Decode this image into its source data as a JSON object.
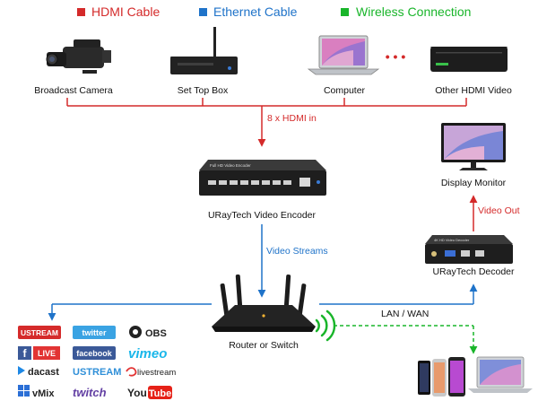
{
  "legend": [
    {
      "label": "HDMI Cable",
      "color": "#d42a2a"
    },
    {
      "label": "Ethernet Cable",
      "color": "#1f73c9"
    },
    {
      "label": "Wireless Connection",
      "color": "#19b52a"
    }
  ],
  "sources": [
    {
      "label": "Broadcast Camera",
      "icon": "camera-icon"
    },
    {
      "label": "Set Top Box",
      "icon": "set-top-box-icon"
    },
    {
      "label": "Computer",
      "icon": "laptop-icon"
    },
    {
      "label": "Other HDMI Video",
      "icon": "media-player-icon"
    }
  ],
  "ellipsis": "• • •",
  "hdmi_in_label": "8 x HDMI in",
  "encoder": {
    "label": "URayTech Video Encoder",
    "device_text": "Full HD Video Encoder"
  },
  "video_streams_label": "Video Streams",
  "router": {
    "label": "Router or Switch"
  },
  "lan_wan_label": "LAN / WAN",
  "decoder": {
    "label": "URayTech Decoder",
    "device_text": "4K HD Video Decoder"
  },
  "video_out_label": "Video Out",
  "monitor": {
    "label": "Display Monitor"
  },
  "platforms": [
    "USTREAM",
    "twitter",
    "OBS",
    "LIVE",
    "facebook",
    "vimeo",
    "dacast",
    "USTREAM",
    "livestream",
    "vMix",
    "twitch",
    "YouTube"
  ],
  "colors": {
    "hdmi": "#d42a2a",
    "ethernet": "#1f73c9",
    "wireless": "#19b52a"
  }
}
